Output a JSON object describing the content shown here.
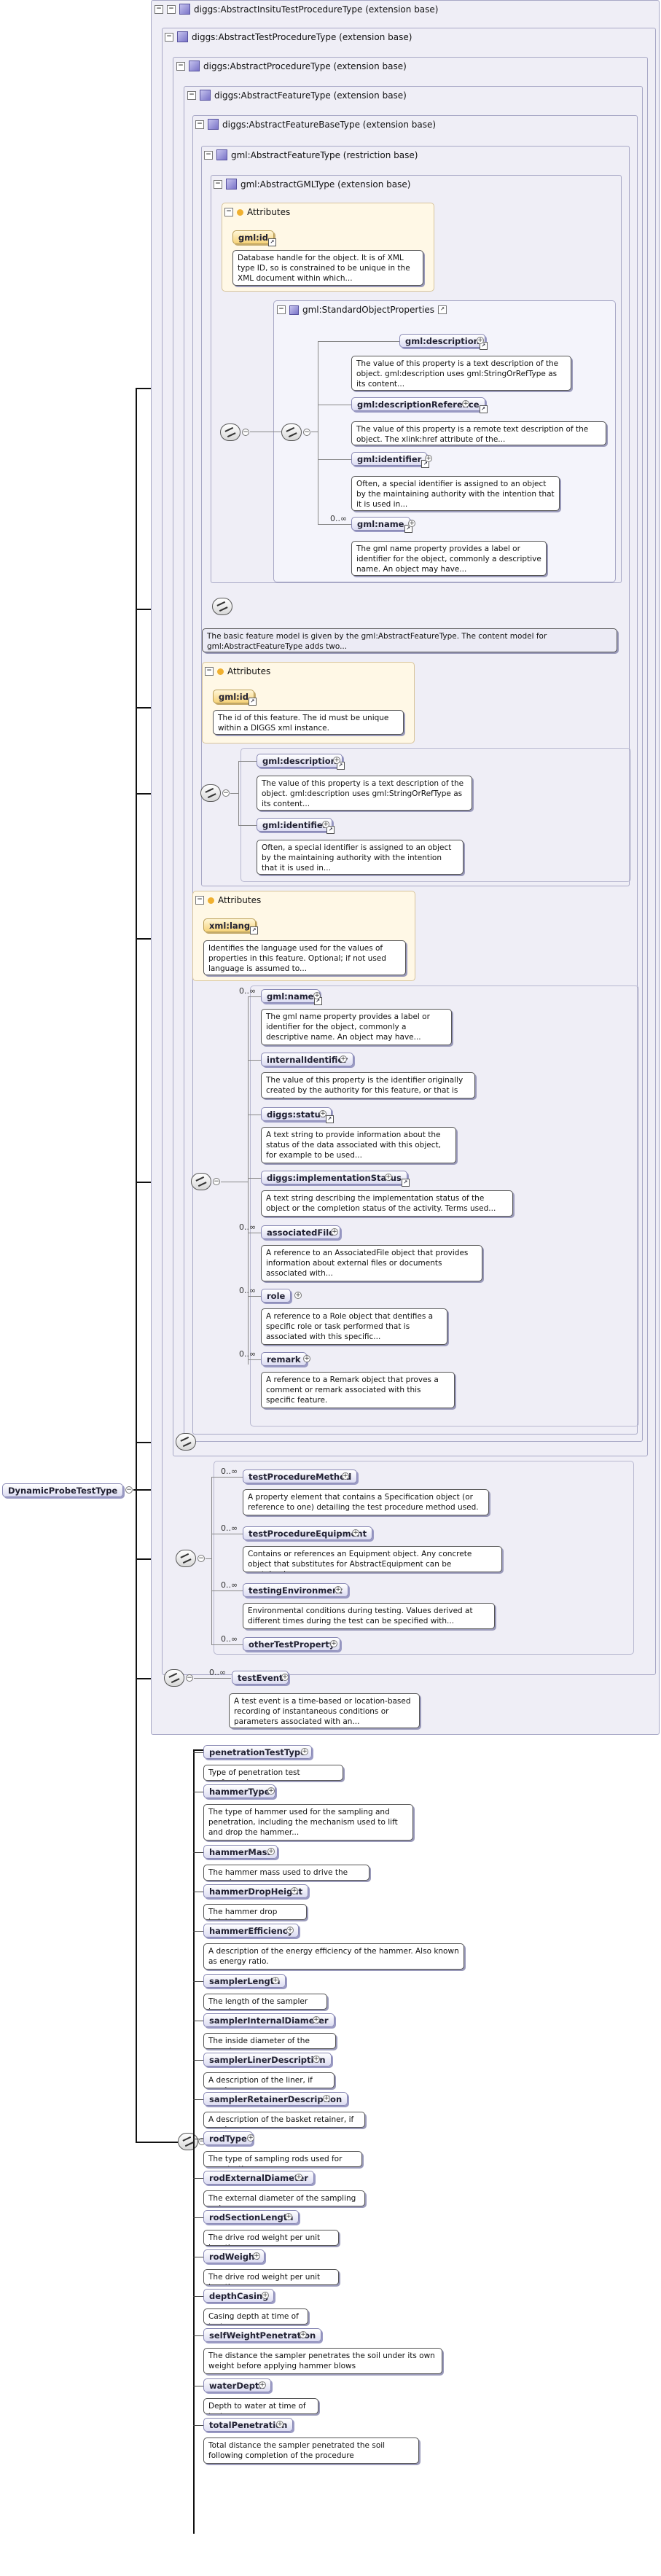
{
  "root": {
    "label": "DynamicProbeTestType"
  },
  "types": {
    "insitu": "diggs:AbstractInsituTestProcedureType (extension base)",
    "testProcedure": "diggs:AbstractTestProcedureType (extension base)",
    "procedure": "diggs:AbstractProcedureType (extension base)",
    "feature": "diggs:AbstractFeatureType (extension base)",
    "featureBase": "diggs:AbstractFeatureBaseType (extension base)",
    "gmlFeature": "gml:AbstractFeatureType (restriction base)",
    "gmlGML": "gml:AbstractGMLType (extension base)"
  },
  "attributes": {
    "header": "Attributes",
    "gml_id": "gml:id",
    "gml_id_desc": "Database handle for the object. It is of XML type ID, so is constrained to be unique in the XML document within which...",
    "std_props": "gml:StandardObjectProperties",
    "feat_gml_id": "gml:id",
    "feat_gml_id_desc": "The id of this feature. The id must be unique within a DIGGS xml instance.",
    "xml_lang": "xml:lang",
    "xml_lang_desc": "Identifies the language used for the values of properties in this feature. Optional; if not used language is assumed to..."
  },
  "std_elements": [
    {
      "name": "gml:description",
      "desc": "The value of this property is a text description of the object. gml:description uses gml:StringOrRefType as its content..."
    },
    {
      "name": "gml:descriptionReference",
      "desc": "The value of this property is a remote text description of the object. The xlink:href attribute of the..."
    },
    {
      "name": "gml:identifier",
      "desc": "Often, a special identifier is assigned to an object by the maintaining authority with the intention that it is used in..."
    },
    {
      "name": "gml:name",
      "desc": "The gml name property provides a label or identifier for the object, commonly a descriptive name. An object may have..."
    }
  ],
  "feature_note": "The basic feature model is given by the gml:AbstractFeatureType. The content model for gml:AbstractFeatureType adds two...",
  "feature_elements": [
    {
      "name": "gml:description",
      "desc": "The value of this property is a text description of the object. gml:description uses gml:StringOrRefType as its content..."
    },
    {
      "name": "gml:identifier",
      "desc": "Often, a special identifier is assigned to an object by the maintaining authority with the intention that it is used in..."
    }
  ],
  "base_elements": [
    {
      "name": "gml:name",
      "desc": "The gml name property provides a label or identifier for the object, commonly a descriptive name. An object may have..."
    },
    {
      "name": "internalIdentifier",
      "desc": "The value of this property is the identifier originally created by the authority for this feature, or that is used as..."
    },
    {
      "name": "diggs:status",
      "desc": "A text string to provide information about the status of the data associated with this object, for example to be used..."
    },
    {
      "name": "diggs:implementationStatus",
      "desc": "A text string describing the implementation status of the object or the completion status of the activity. Terms used..."
    },
    {
      "name": "associatedFile",
      "desc": "A reference to an AssociatedFile object that provides information about external files or documents associated with..."
    },
    {
      "name": "role",
      "desc": "A reference to a Role object that dentifies a specific role or task performed that is associated with this specific..."
    },
    {
      "name": "remark",
      "desc": "A reference to a Remark object that proves a comment or remark associated with this specific feature."
    }
  ],
  "procedure_elements": [
    {
      "name": "testProcedureMethod",
      "desc": "A property element that contains a Specification object (or reference to one) detailing the test procedure method used."
    },
    {
      "name": "testProcedureEquipment",
      "desc": "Contains or references an Equipment object. Any concrete object that substitutes for AbstractEquipment can be contained..."
    },
    {
      "name": "testingEnvironment",
      "desc": "Environmental conditions during testing. Values derived at different times during the test can be specified with..."
    },
    {
      "name": "otherTestProperty",
      "desc": ""
    }
  ],
  "insitu_elements": [
    {
      "name": "testEvent",
      "desc": "A test event is a time-based or location-based recording of instantaneous conditions or parameters associated with an..."
    }
  ],
  "card": "0..∞",
  "main_elements": [
    {
      "name": "penetrationTestType",
      "desc": "Type of penetration test performed."
    },
    {
      "name": "hammerType",
      "desc": "The type of hammer used for the sampling and penetration, including the mechanism used to lift and drop the hammer..."
    },
    {
      "name": "hammerMass",
      "desc": "The hammer mass used to drive the sampler."
    },
    {
      "name": "hammerDropHeight",
      "desc": "The hammer drop height."
    },
    {
      "name": "hammerEfficiency",
      "desc": "A description of the energy efficiency of the hammer. Also known as energy ratio."
    },
    {
      "name": "samplerLength",
      "desc": "The length of the sampler barrel."
    },
    {
      "name": "samplerInternalDiameter",
      "desc": "The inside diameter of the sampler."
    },
    {
      "name": "samplerLinerDescription",
      "desc": "A description of the liner, if used."
    },
    {
      "name": "samplerRetainerDescription",
      "desc": "A description of the basket retainer, if used."
    },
    {
      "name": "rodType",
      "desc": "The type of sampling rods used for penetration."
    },
    {
      "name": "rodExternalDiameter",
      "desc": "The external diameter of the sampling rods."
    },
    {
      "name": "rodSectionLength",
      "desc": "The drive rod weight per unit length."
    },
    {
      "name": "rodWeight",
      "desc": "The drive rod weight per unit length."
    },
    {
      "name": "depthCasing",
      "desc": "Casing depth at time of test"
    },
    {
      "name": "selfWeightPenetration",
      "desc": "The distance the sampler penetrates the soil under its own weight before applying hammer blows"
    },
    {
      "name": "waterDepth",
      "desc": "Depth to water at time of test"
    },
    {
      "name": "totalPenetration",
      "desc": "Total distance the sampler penetrated the soil following completion of the procedure"
    }
  ]
}
